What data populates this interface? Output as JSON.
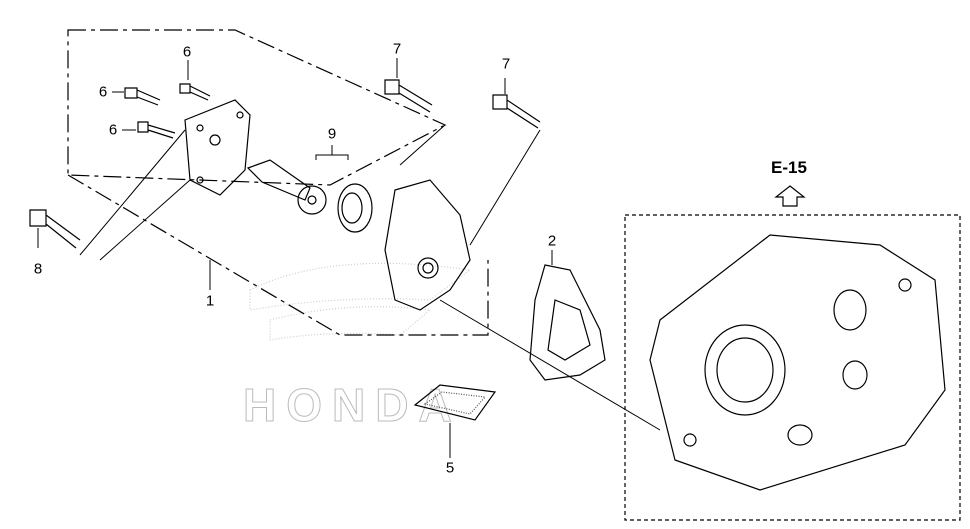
{
  "diagram": {
    "watermark": "HONDA",
    "reference": {
      "label": "E-15"
    },
    "callouts": [
      {
        "id": "6a",
        "label": "6"
      },
      {
        "id": "6b",
        "label": "6"
      },
      {
        "id": "6c",
        "label": "6"
      },
      {
        "id": "7a",
        "label": "7"
      },
      {
        "id": "7b",
        "label": "7"
      },
      {
        "id": "9",
        "label": "9"
      },
      {
        "id": "2",
        "label": "2"
      },
      {
        "id": "8",
        "label": "8"
      },
      {
        "id": "1",
        "label": "1"
      },
      {
        "id": "5",
        "label": "5"
      }
    ]
  }
}
